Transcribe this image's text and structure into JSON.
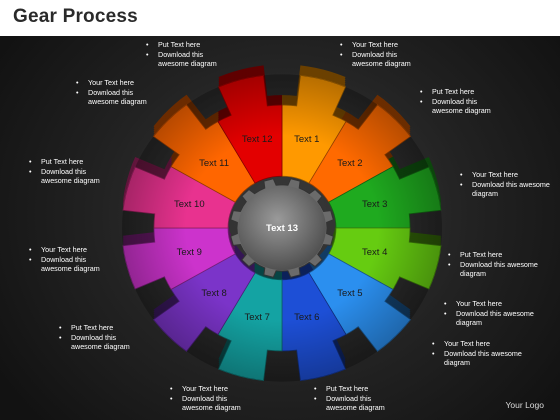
{
  "title": "Gear Process",
  "logo": "Your Logo",
  "hub_label": "Text 13",
  "hub_color": "#6b6b6b",
  "segments": [
    {
      "label": "Text 1",
      "color": "#ff9900"
    },
    {
      "label": "Text 2",
      "color": "#ff6a00"
    },
    {
      "label": "Text 3",
      "color": "#1faa1f"
    },
    {
      "label": "Text 4",
      "color": "#66cc11"
    },
    {
      "label": "Text 5",
      "color": "#2b8fef"
    },
    {
      "label": "Text 6",
      "color": "#1d4fd6"
    },
    {
      "label": "Text 7",
      "color": "#14a3a3"
    },
    {
      "label": "Text 8",
      "color": "#7b34c9"
    },
    {
      "label": "Text 9",
      "color": "#cc33cc"
    },
    {
      "label": "Text 10",
      "color": "#e8328f"
    },
    {
      "label": "Text 11",
      "color": "#ff6600"
    },
    {
      "label": "Text 12",
      "color": "#e30000"
    }
  ],
  "callouts": [
    {
      "lines": [
        "Put Text here",
        "Download this awesome diagram"
      ]
    },
    {
      "lines": [
        "Your Text here",
        "Download this awesome diagram"
      ]
    },
    {
      "lines": [
        "Put Text here",
        "Download this awesome diagram"
      ]
    },
    {
      "lines": [
        "Your Text here",
        "Download this awesome diagram"
      ]
    },
    {
      "lines": [
        "Put Text here",
        "Download this awesome diagram"
      ]
    },
    {
      "lines": [
        "Your Text here",
        "Download this awesome diagram"
      ]
    },
    {
      "lines": [
        "Your Text here",
        "Download this awesome diagram"
      ]
    },
    {
      "lines": [
        "Put Text here",
        "Download this awesome diagram"
      ]
    },
    {
      "lines": [
        "Your Text here",
        "Download this awesome diagram"
      ]
    },
    {
      "lines": [
        "Put Text here",
        "Download this awesome diagram"
      ]
    },
    {
      "lines": [
        "Your Text here",
        "Download this awesome diagram"
      ]
    },
    {
      "lines": [
        "Put Text here",
        "Download this awesome diagram"
      ]
    }
  ]
}
